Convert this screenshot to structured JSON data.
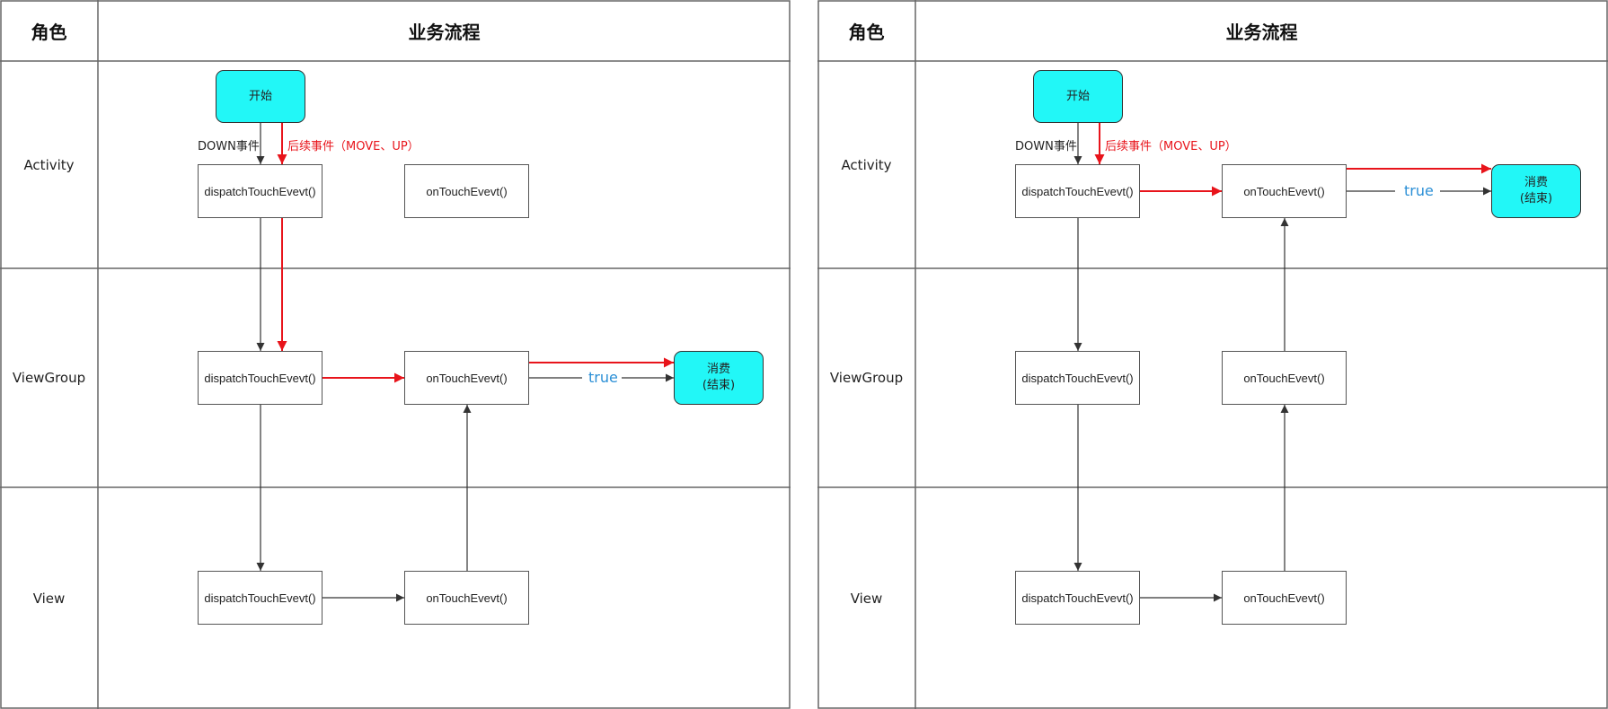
{
  "diagrams": [
    {
      "header": {
        "role": "角色",
        "flow": "业务流程"
      },
      "roles": [
        "Activity",
        "ViewGroup",
        "View"
      ],
      "start": "开始",
      "label_down": "DOWN事件",
      "label_subsequent": "后续事件（MOVE、UP）",
      "activity_dispatch": "dispatchTouchEvevt()",
      "activity_ontouch": "onTouchEvevt()",
      "viewgroup_dispatch": "dispatchTouchEvevt()",
      "viewgroup_ontouch": "onTouchEvevt()",
      "view_dispatch": "dispatchTouchEvevt()",
      "view_ontouch": "onTouchEvevt()",
      "true_label": "true",
      "consume": {
        "line1": "消费",
        "line2": "(结束)"
      }
    },
    {
      "header": {
        "role": "角色",
        "flow": "业务流程"
      },
      "roles": [
        "Activity",
        "ViewGroup",
        "View"
      ],
      "start": "开始",
      "label_down": "DOWN事件",
      "label_subsequent": "后续事件（MOVE、UP）",
      "activity_dispatch": "dispatchTouchEvevt()",
      "activity_ontouch": "onTouchEvevt()",
      "viewgroup_dispatch": "dispatchTouchEvevt()",
      "viewgroup_ontouch": "onTouchEvevt()",
      "view_dispatch": "dispatchTouchEvevt()",
      "view_ontouch": "onTouchEvevt()",
      "true_label": "true",
      "consume": {
        "line1": "消费",
        "line2": "(结束)"
      }
    }
  ],
  "colors": {
    "terminal_fill": "#22f7f7",
    "highlight": "#e8141b",
    "true_text": "#2b8fd6"
  }
}
